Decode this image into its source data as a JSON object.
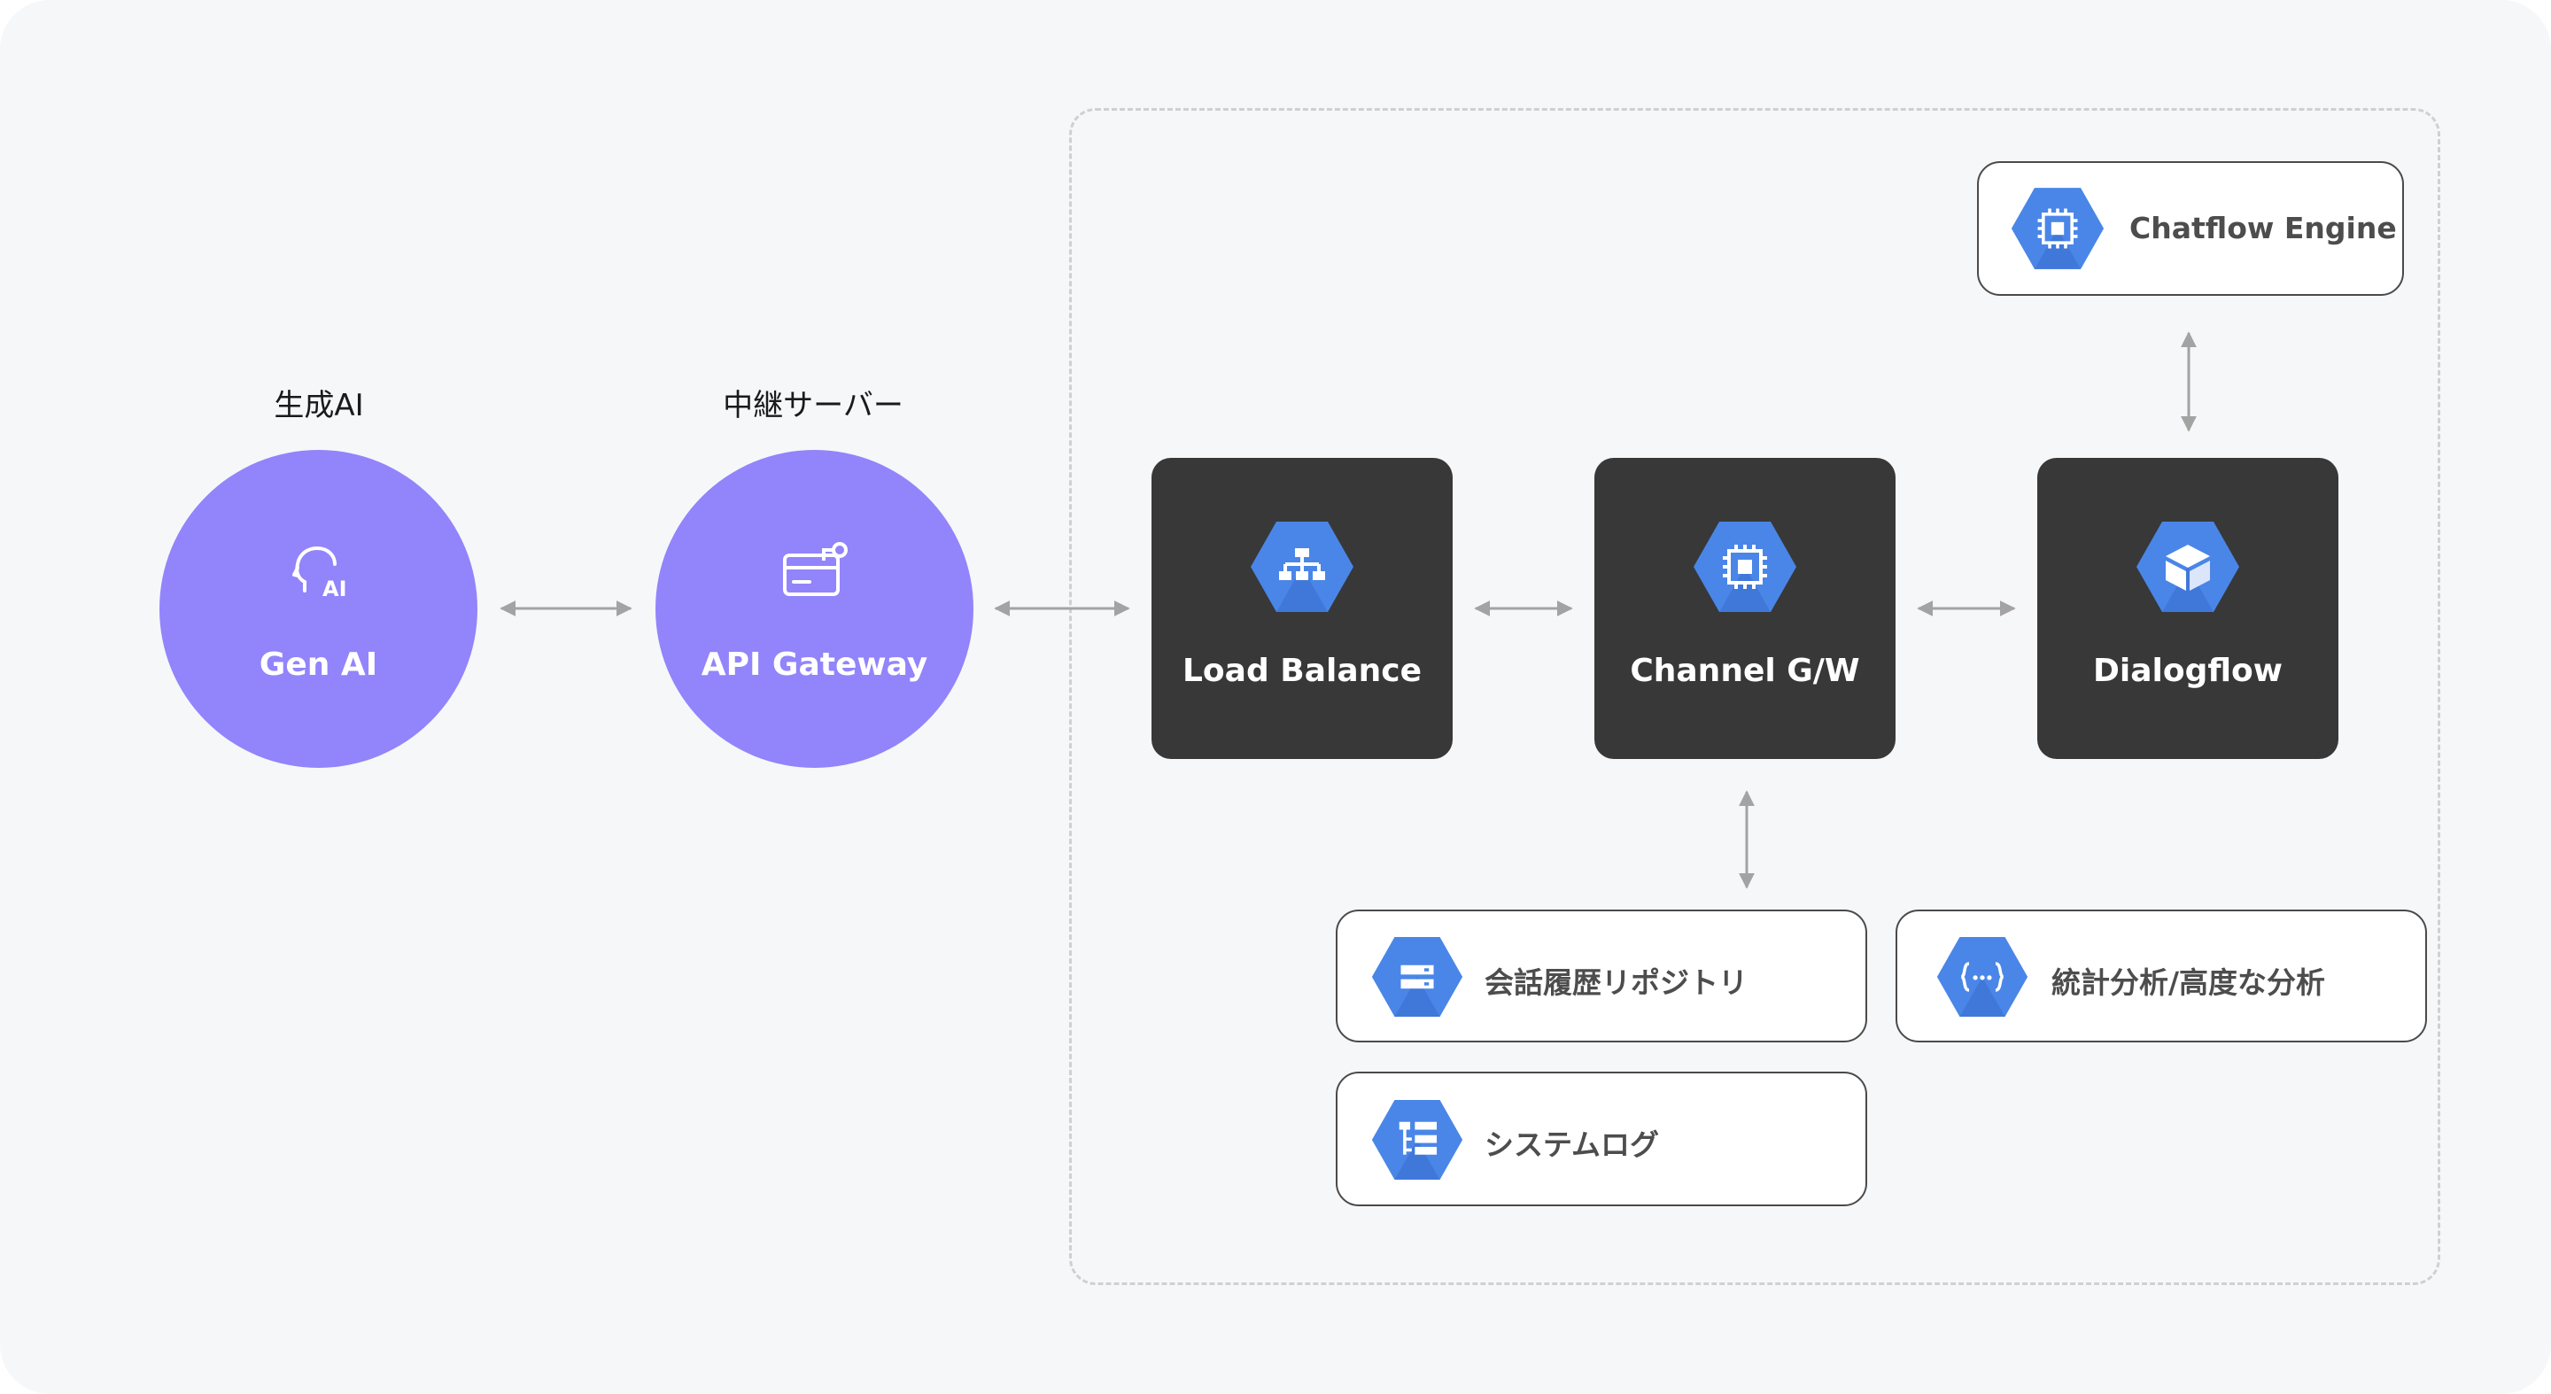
{
  "captions": {
    "gen_ai": "生成AI",
    "relay_server": "中継サーバー"
  },
  "nodes": {
    "gen_ai": {
      "label": "Gen AI",
      "icon": "ai-head-icon"
    },
    "api_gateway": {
      "label": "API Gateway",
      "icon": "gateway-card-icon"
    },
    "load_balance": {
      "label": "Load Balance",
      "icon": "network-tree-icon"
    },
    "channel_gw": {
      "label": "Channel G/W",
      "icon": "cpu-chip-icon"
    },
    "dialogflow": {
      "label": "Dialogflow",
      "icon": "dialogflow-cube-icon"
    },
    "chatflow_engine": {
      "label": "Chatflow Engine",
      "icon": "cpu-chip-icon"
    },
    "conversation_repo": {
      "label": "会話履歴リポジトリ",
      "icon": "database-icon"
    },
    "analytics": {
      "label": "統計分析/高度な分析",
      "icon": "code-braces-icon"
    },
    "system_log": {
      "label": "システムログ",
      "icon": "log-list-icon"
    }
  },
  "colors": {
    "circle": "#9284fb",
    "dark_box": "#383838",
    "hex_blue": "#4a86e8",
    "hex_shadow": "#3b6fd0",
    "arrow": "#a3a3a3"
  }
}
